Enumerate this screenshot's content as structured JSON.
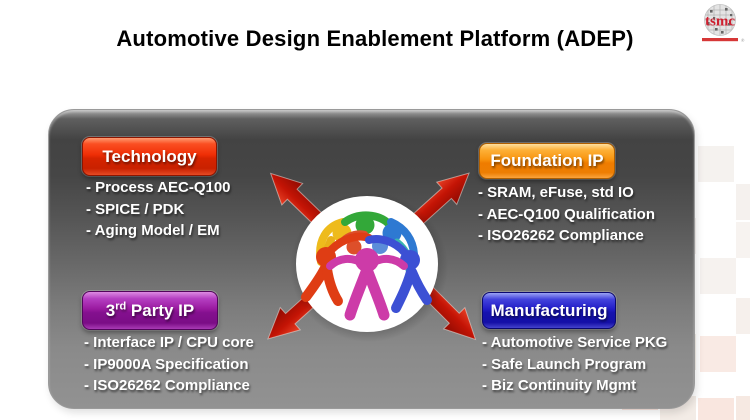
{
  "slide": {
    "title": "Automotive Design Enablement Platform (ADEP)"
  },
  "logo": {
    "brand": "tsmc",
    "registered_mark": "®",
    "brand_color": "#cf2030"
  },
  "quadrants": [
    {
      "key": "technology",
      "label": "Technology",
      "button_color": "#e8290a",
      "items": [
        "- Process AEC-Q100",
        "- SPICE / PDK",
        "- Aging Model / EM"
      ]
    },
    {
      "key": "foundation-ip",
      "label": "Foundation IP",
      "button_color": "#f8930e",
      "items": [
        "- SRAM, eFuse, std IO",
        "- AEC-Q100 Qualification",
        "- ISO26262 Compliance"
      ]
    },
    {
      "key": "third-party-ip",
      "label": "3rd Party IP",
      "label_parts": {
        "num": "3",
        "sup": "rd",
        "rest": " Party IP"
      },
      "button_color": "#99199f",
      "items": [
        "- Interface IP / CPU core",
        "- IP9000A Specification",
        "- ISO26262 Compliance"
      ]
    },
    {
      "key": "manufacturing",
      "label": "Manufacturing",
      "button_color": "#211bc6",
      "items": [
        "- Automotive Service PKG",
        "- Safe Launch Program",
        "- Biz Continuity Mgmt"
      ]
    }
  ],
  "center": {
    "icon": "people-huddle-icon"
  },
  "colors": {
    "arrow": "#c41405",
    "panel_top": "#434343",
    "panel_bottom": "#929292",
    "title_text": "#000000",
    "item_text": "#ffffff"
  }
}
